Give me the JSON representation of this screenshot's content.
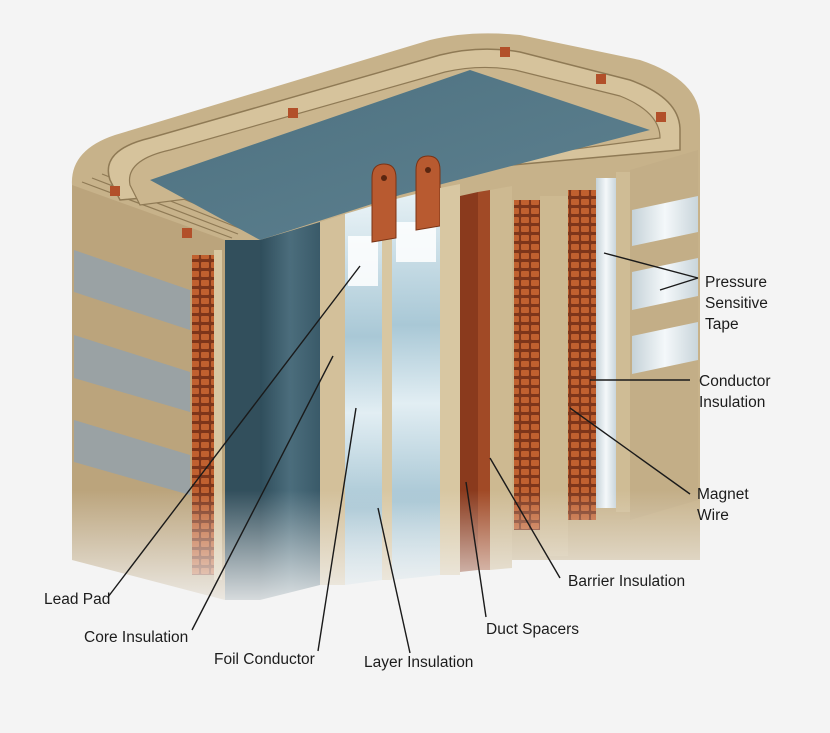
{
  "labels": {
    "lead_pad": "Lead Pad",
    "core_insulation": "Core Insulation",
    "foil_conductor": "Foil Conductor",
    "layer_insulation": "Layer Insulation",
    "duct_spacers": "Duct Spacers",
    "barrier_insulation": "Barrier Insulation",
    "magnet_wire": [
      "Magnet",
      "Wire"
    ],
    "conductor_insulation": [
      "Conductor",
      "Insulation"
    ],
    "pressure_sensitive_tape": [
      "Pressure",
      "Sensitive",
      "Tape"
    ]
  },
  "colors": {
    "background": "#f4f4f4",
    "insulation_tan": "#c9b48c",
    "insulation_light": "#d8c7a2",
    "core_steel": "#4f7080",
    "core_steel_dark": "#355463",
    "copper": "#b9582e",
    "foil_silver": "#c8dbe4",
    "leader_line": "#1a1a1a"
  }
}
